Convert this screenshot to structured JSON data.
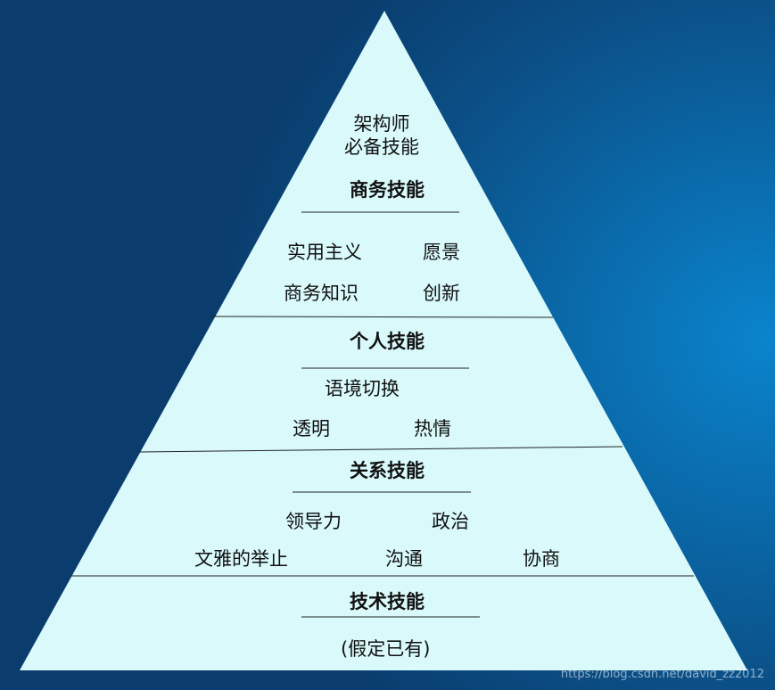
{
  "title_line1": "架构师",
  "title_line2": "必备技能",
  "tiers": {
    "business": {
      "heading": "商务技能",
      "items": [
        "实用主义",
        "愿景",
        "商务知识",
        "创新"
      ]
    },
    "personal": {
      "heading": "个人技能",
      "items": [
        "语境切换",
        "透明",
        "热情"
      ]
    },
    "relational": {
      "heading": "关系技能",
      "items": [
        "领导力",
        "政治",
        "文雅的举止",
        "沟通",
        "协商"
      ]
    },
    "technical": {
      "heading": "技术技能",
      "items": [
        "(假定已有)"
      ]
    }
  },
  "watermark": "https://blog.csdn.net/david_zz2012",
  "colors": {
    "pyramid_fill": "#d9f9fb",
    "background": "#0b4f86",
    "line": "#222222"
  }
}
